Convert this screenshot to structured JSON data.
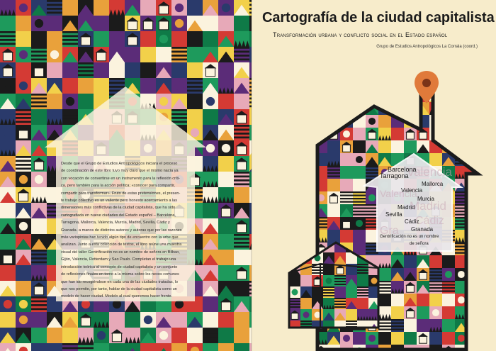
{
  "front_cover": {
    "title": "Cartografía de la ciudad capitalista",
    "subtitle": "Transformación urbana y conflicto social en el Estado español",
    "editor": "Grupo de Estudios Antropológicos La Corrala (coord.)",
    "cities": [
      "Barcelona",
      "Tarragona",
      "Mallorca",
      "Valencia",
      "Murcia",
      "Madrid",
      "Sevilla",
      "Cádiz",
      "Granada"
    ],
    "ghost_words": [
      "Valencia",
      "Madrid",
      "Cádiz",
      "Gra"
    ],
    "caption_line1": "Gentrificación no es un nombre",
    "caption_line2": "de señora",
    "pin_icon": "map-pin-icon",
    "pin_color": "#e07a3a"
  },
  "back_cover": {
    "synopsis_lines": [
      "Desde que el Grupo de Estudios Antropológicos iniciara el proceso",
      "de coordinación de este libro tuvo muy claro que el mismo nacía ya",
      "con vocación de convertirse en un instrumento para la reflexión críti-",
      "ca, pero también para la acción política; «conocer para compartir,",
      "compartir para transformar». Fruto de estas pretensiones, el presen-",
      "te trabajo colectivo es un valiente pero honesto acercamiento a las",
      "dimensiones más conflictivas de la ciudad capitalista, que ha sido",
      "cartografiada en nueve ciudades del Estado español – Barcelona,",
      "Tarragona, Mallorca, Valencia, Murcia, Madrid, Sevilla, Cádiz y",
      "Granada- a manos de distintos autores y autoras que por las razones",
      "más variopintas han tenido algún tipo de encuentro con la urbe que",
      "analizan. Junto a esta colección de textos, el libro reúne una muestra",
      "visual del taller Gentrificación no es un nombre de señora en Bilbao,",
      "Gijón, Valencia, Rotterdam y Sao Paulo. Completan el trabajo una",
      " introducción teórica al concepto de ciudad capitalista y un conjunto",
      "de reflexiones finales en torno a la misma sobre los nexos comunes",
      "que han ido recogiéndose en cada una de las ciudades tratadas, lo",
      "que nos permite, por tanto, hablar de la ciudad capitalista como un",
      "modelo de hacer ciudad. Modelo al cual queremos hacer frente."
    ]
  },
  "palette": {
    "green": "#1e9a5c",
    "dark_green": "#0f7a47",
    "red": "#d43a34",
    "orange": "#e9a13b",
    "yellow": "#f2d04a",
    "purple": "#5b2c78",
    "navy": "#2a3a6b",
    "black": "#1b1b1b",
    "cream": "#fbf3de",
    "pink": "#e7a9b8"
  }
}
